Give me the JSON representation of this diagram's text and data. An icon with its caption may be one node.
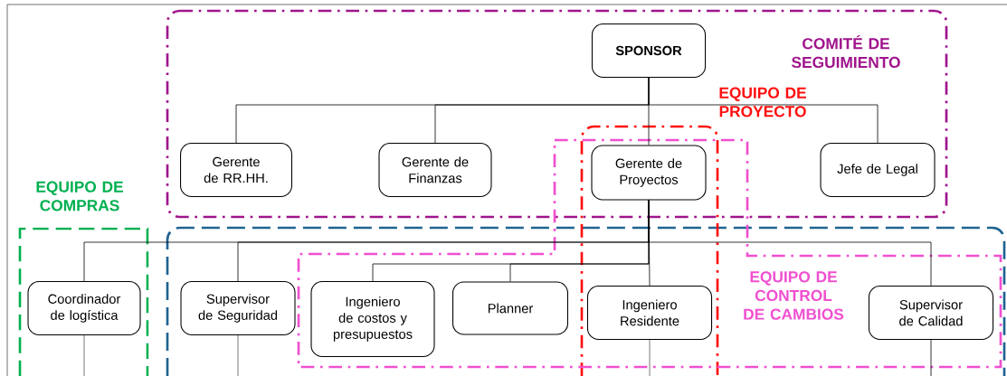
{
  "diagram": {
    "nodes": [
      {
        "text": [
          "SPONSOR"
        ]
      },
      {
        "text": [
          "Gerente de RR.HH."
        ]
      },
      {
        "text": [
          "Gerente de Finanzas"
        ]
      },
      {
        "text": [
          "Gerente de Proyectos"
        ]
      },
      {
        "text": [
          "Jefe de Legal"
        ]
      },
      {
        "text": [
          "Coordinador de logística"
        ]
      },
      {
        "text": [
          "Supervisor de Seguridad"
        ]
      },
      {
        "text": [
          "Ingeniero de costos y presupuestos"
        ]
      },
      {
        "text": [
          "Planner"
        ]
      },
      {
        "text": [
          "Ingeniero Residente"
        ]
      },
      {
        "text": [
          "Supervisor de Calidad"
        ]
      }
    ],
    "edges": [
      {
        "from": 0,
        "to": 1,
        "arrow": "none"
      },
      {
        "from": 0,
        "to": 2,
        "arrow": "none"
      },
      {
        "from": 0,
        "to": 3,
        "arrow": "none"
      },
      {
        "from": 0,
        "to": 4,
        "arrow": "none"
      },
      {
        "from": 3,
        "to": 5,
        "arrow": "none"
      },
      {
        "from": 3,
        "to": 6,
        "arrow": "none"
      },
      {
        "from": 3,
        "to": 9,
        "arrow": "none"
      },
      {
        "from": 3,
        "to": 10,
        "arrow": "none"
      },
      {
        "from": 3,
        "to": 7,
        "arrow": "none"
      },
      {
        "from": 3,
        "to": 8,
        "arrow": "none"
      },
      {
        "from": 5,
        "to": null,
        "arrow": "none"
      },
      {
        "from": 6,
        "to": null,
        "arrow": "none"
      },
      {
        "from": 9,
        "to": null,
        "arrow": "none"
      },
      {
        "from": 10,
        "to": null,
        "arrow": "none"
      }
    ],
    "labels": [
      "COMITÉ DE SEGUIMIENTO",
      "EQUIPO DE PROYECTO",
      "EQUIPO DE COMPRAS",
      "EQUIPO DE CONTROL DE CAMBIOS"
    ]
  }
}
